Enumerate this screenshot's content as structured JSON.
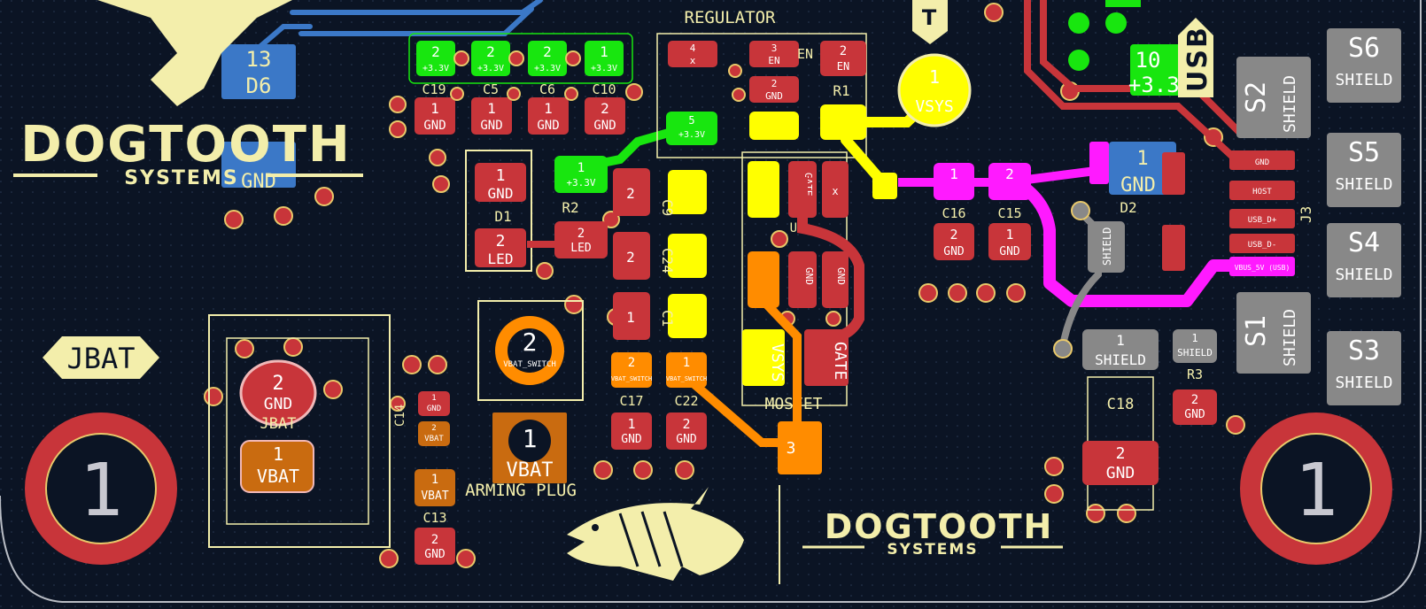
{
  "colors": {
    "board": "#0b1424",
    "silk": "#f3eeab",
    "pad_red": "#c8353a",
    "net_gnd": "#3b78c7",
    "net_3v3": "#18e60f",
    "net_vsys": "#ffff00",
    "net_vbat_switch": "#ff8c00",
    "net_vbus": "#ff1aff",
    "net_gate": "#c8353a",
    "shield": "#888888",
    "edge": "#c0c0c0"
  },
  "silkscreen": {
    "regulator": "REGULATOR",
    "mosfet": "MOSFET",
    "arming_plug": "ARMING PLUG",
    "jbat_tag": "JBAT",
    "jbat_ref": "JBAT",
    "usb_tag": "USB",
    "t_tag": "T",
    "j3": "J3",
    "logo_main": "DOGTOOTH",
    "logo_sub": "SYSTEMS",
    "d1": "D1",
    "d2": "D2",
    "r1": "R1",
    "r2": "R2",
    "r3": "R3",
    "c5": "C5",
    "c6": "C6",
    "c10": "C10",
    "c19": "C19",
    "c9": "C9",
    "c24": "C24",
    "c1": "C1",
    "c13": "C13",
    "c14": "C14",
    "c15": "C15",
    "c16": "C16",
    "c17": "C17",
    "c18": "C18",
    "c22": "C22",
    "u_partial": "U8"
  },
  "pads": {
    "num_1": "1",
    "num_2": "2",
    "num_3": "3",
    "num_4": "4",
    "num_5": "5",
    "num_10": "10",
    "num_13": "13",
    "gnd": "GND",
    "vbat": "VBAT",
    "vsys": "VSYS",
    "led": "LED",
    "en": "EN",
    "x": "x",
    "p3v3": "+3.3V",
    "gate": "GATE",
    "shield": "SHIELD",
    "vbat_switch": "VBAT_SWITCH",
    "d6": "D6",
    "usb_dp": "USB_D+",
    "usb_dm": "USB_D-",
    "host": "HOST",
    "vbus": "VBUS_5V (USB)"
  },
  "shields": [
    {
      "ref": "S6",
      "label": "SHIELD"
    },
    {
      "ref": "S2",
      "label": "SHIELD"
    },
    {
      "ref": "S5",
      "label": "SHIELD"
    },
    {
      "ref": "S4",
      "label": "SHIELD"
    },
    {
      "ref": "S1",
      "label": "SHIELD"
    },
    {
      "ref": "S3",
      "label": "SHIELD"
    }
  ],
  "mounting_holes": [
    {
      "label": "1"
    },
    {
      "label": "1"
    }
  ]
}
